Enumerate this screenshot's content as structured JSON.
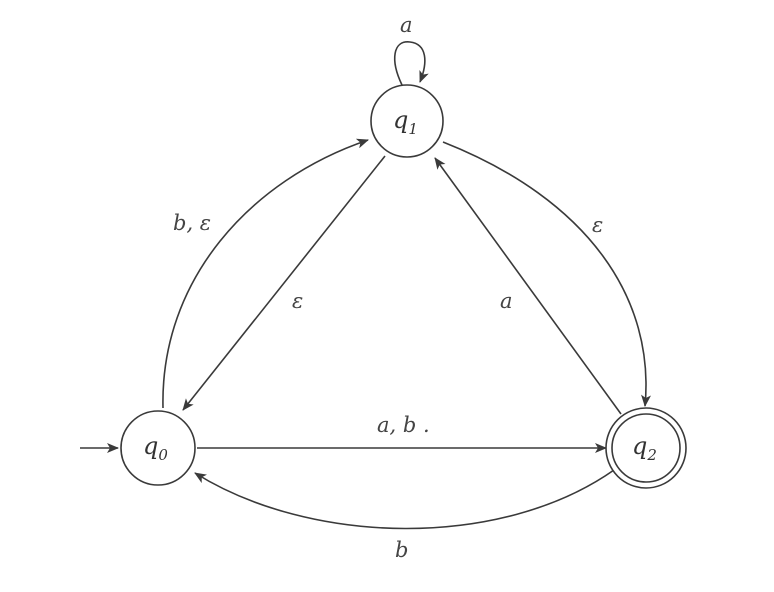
{
  "states": [
    {
      "id": "q0",
      "letter": "q",
      "index": "0",
      "accepting": false,
      "initial": true
    },
    {
      "id": "q1",
      "letter": "q",
      "index": "1",
      "accepting": false,
      "initial": false
    },
    {
      "id": "q2",
      "letter": "q",
      "index": "2",
      "accepting": true,
      "initial": false
    }
  ],
  "transitions": [
    {
      "from": "q1",
      "to": "q1",
      "label": "a"
    },
    {
      "from": "q0",
      "to": "q1",
      "label": "b, ε"
    },
    {
      "from": "q1",
      "to": "q0",
      "label": "ε"
    },
    {
      "from": "q1",
      "to": "q2",
      "label": "ε"
    },
    {
      "from": "q2",
      "to": "q1",
      "label": "a"
    },
    {
      "from": "q0",
      "to": "q2",
      "label": "a, b ."
    },
    {
      "from": "q2",
      "to": "q0",
      "label": "b"
    }
  ]
}
